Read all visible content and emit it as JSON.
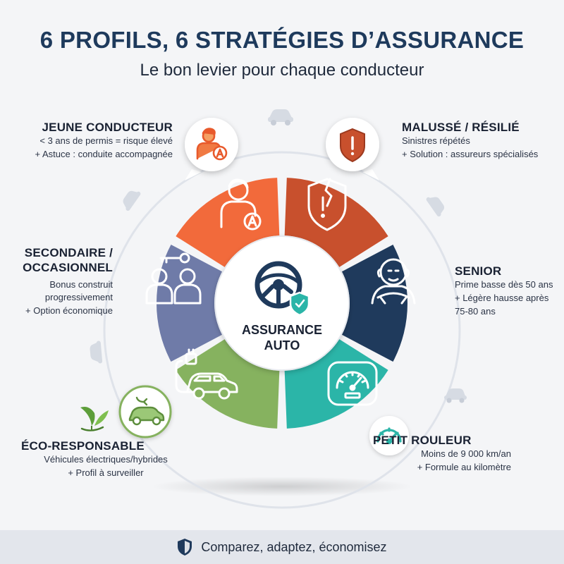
{
  "header": {
    "title": "6 PROFILS, 6 STRATÉGIES D’ASSURANCE",
    "subtitle": "Le bon levier pour chaque conducteur"
  },
  "center": {
    "line1": "ASSURANCE",
    "line2": "AUTO"
  },
  "profiles": [
    {
      "name": "JEUNE CONDUCTEUR",
      "lines": [
        "< 3 ans de permis = risque élevé",
        "+ Astuce : conduite accompagnée"
      ],
      "color": "#f26a3b",
      "icon": "young-driver-icon"
    },
    {
      "name": "MALUSSÉ / RÉSILIÉ",
      "lines": [
        "Sinistres répétés",
        "+ Solution : assureurs spécialisés"
      ],
      "color": "#c8502d",
      "icon": "warning-shield-icon"
    },
    {
      "name": "SENIOR",
      "lines": [
        "Prime basse dès 50 ans",
        "+ Légère hausse après",
        "75-80 ans"
      ],
      "color": "#1f3a5c",
      "icon": "senior-driver-icon"
    },
    {
      "name": "PETIT ROULEUR",
      "lines": [
        "Moins de 9 000 km/an",
        "+ Formule au kilomètre"
      ],
      "color": "#2bb5a8",
      "icon": "speedometer-icon"
    },
    {
      "name": "ÉCO-RESPONSABLE",
      "lines": [
        "Véhicules électriques/hybrides",
        "+ Profil à surveiller"
      ],
      "color": "#86b25f",
      "icon": "electric-car-icon"
    },
    {
      "name": "SECONDAIRE / OCCASIONNEL",
      "name_lines": [
        "SECONDAIRE /",
        "OCCASIONNEL"
      ],
      "lines": [
        "Bonus construit",
        "progressivement",
        "+ Option économique"
      ],
      "color": "#6f7ba8",
      "icon": "shared-users-key-icon"
    }
  ],
  "footer": {
    "text": "Comparez, adaptez, économisez",
    "icon": "shield-icon"
  }
}
